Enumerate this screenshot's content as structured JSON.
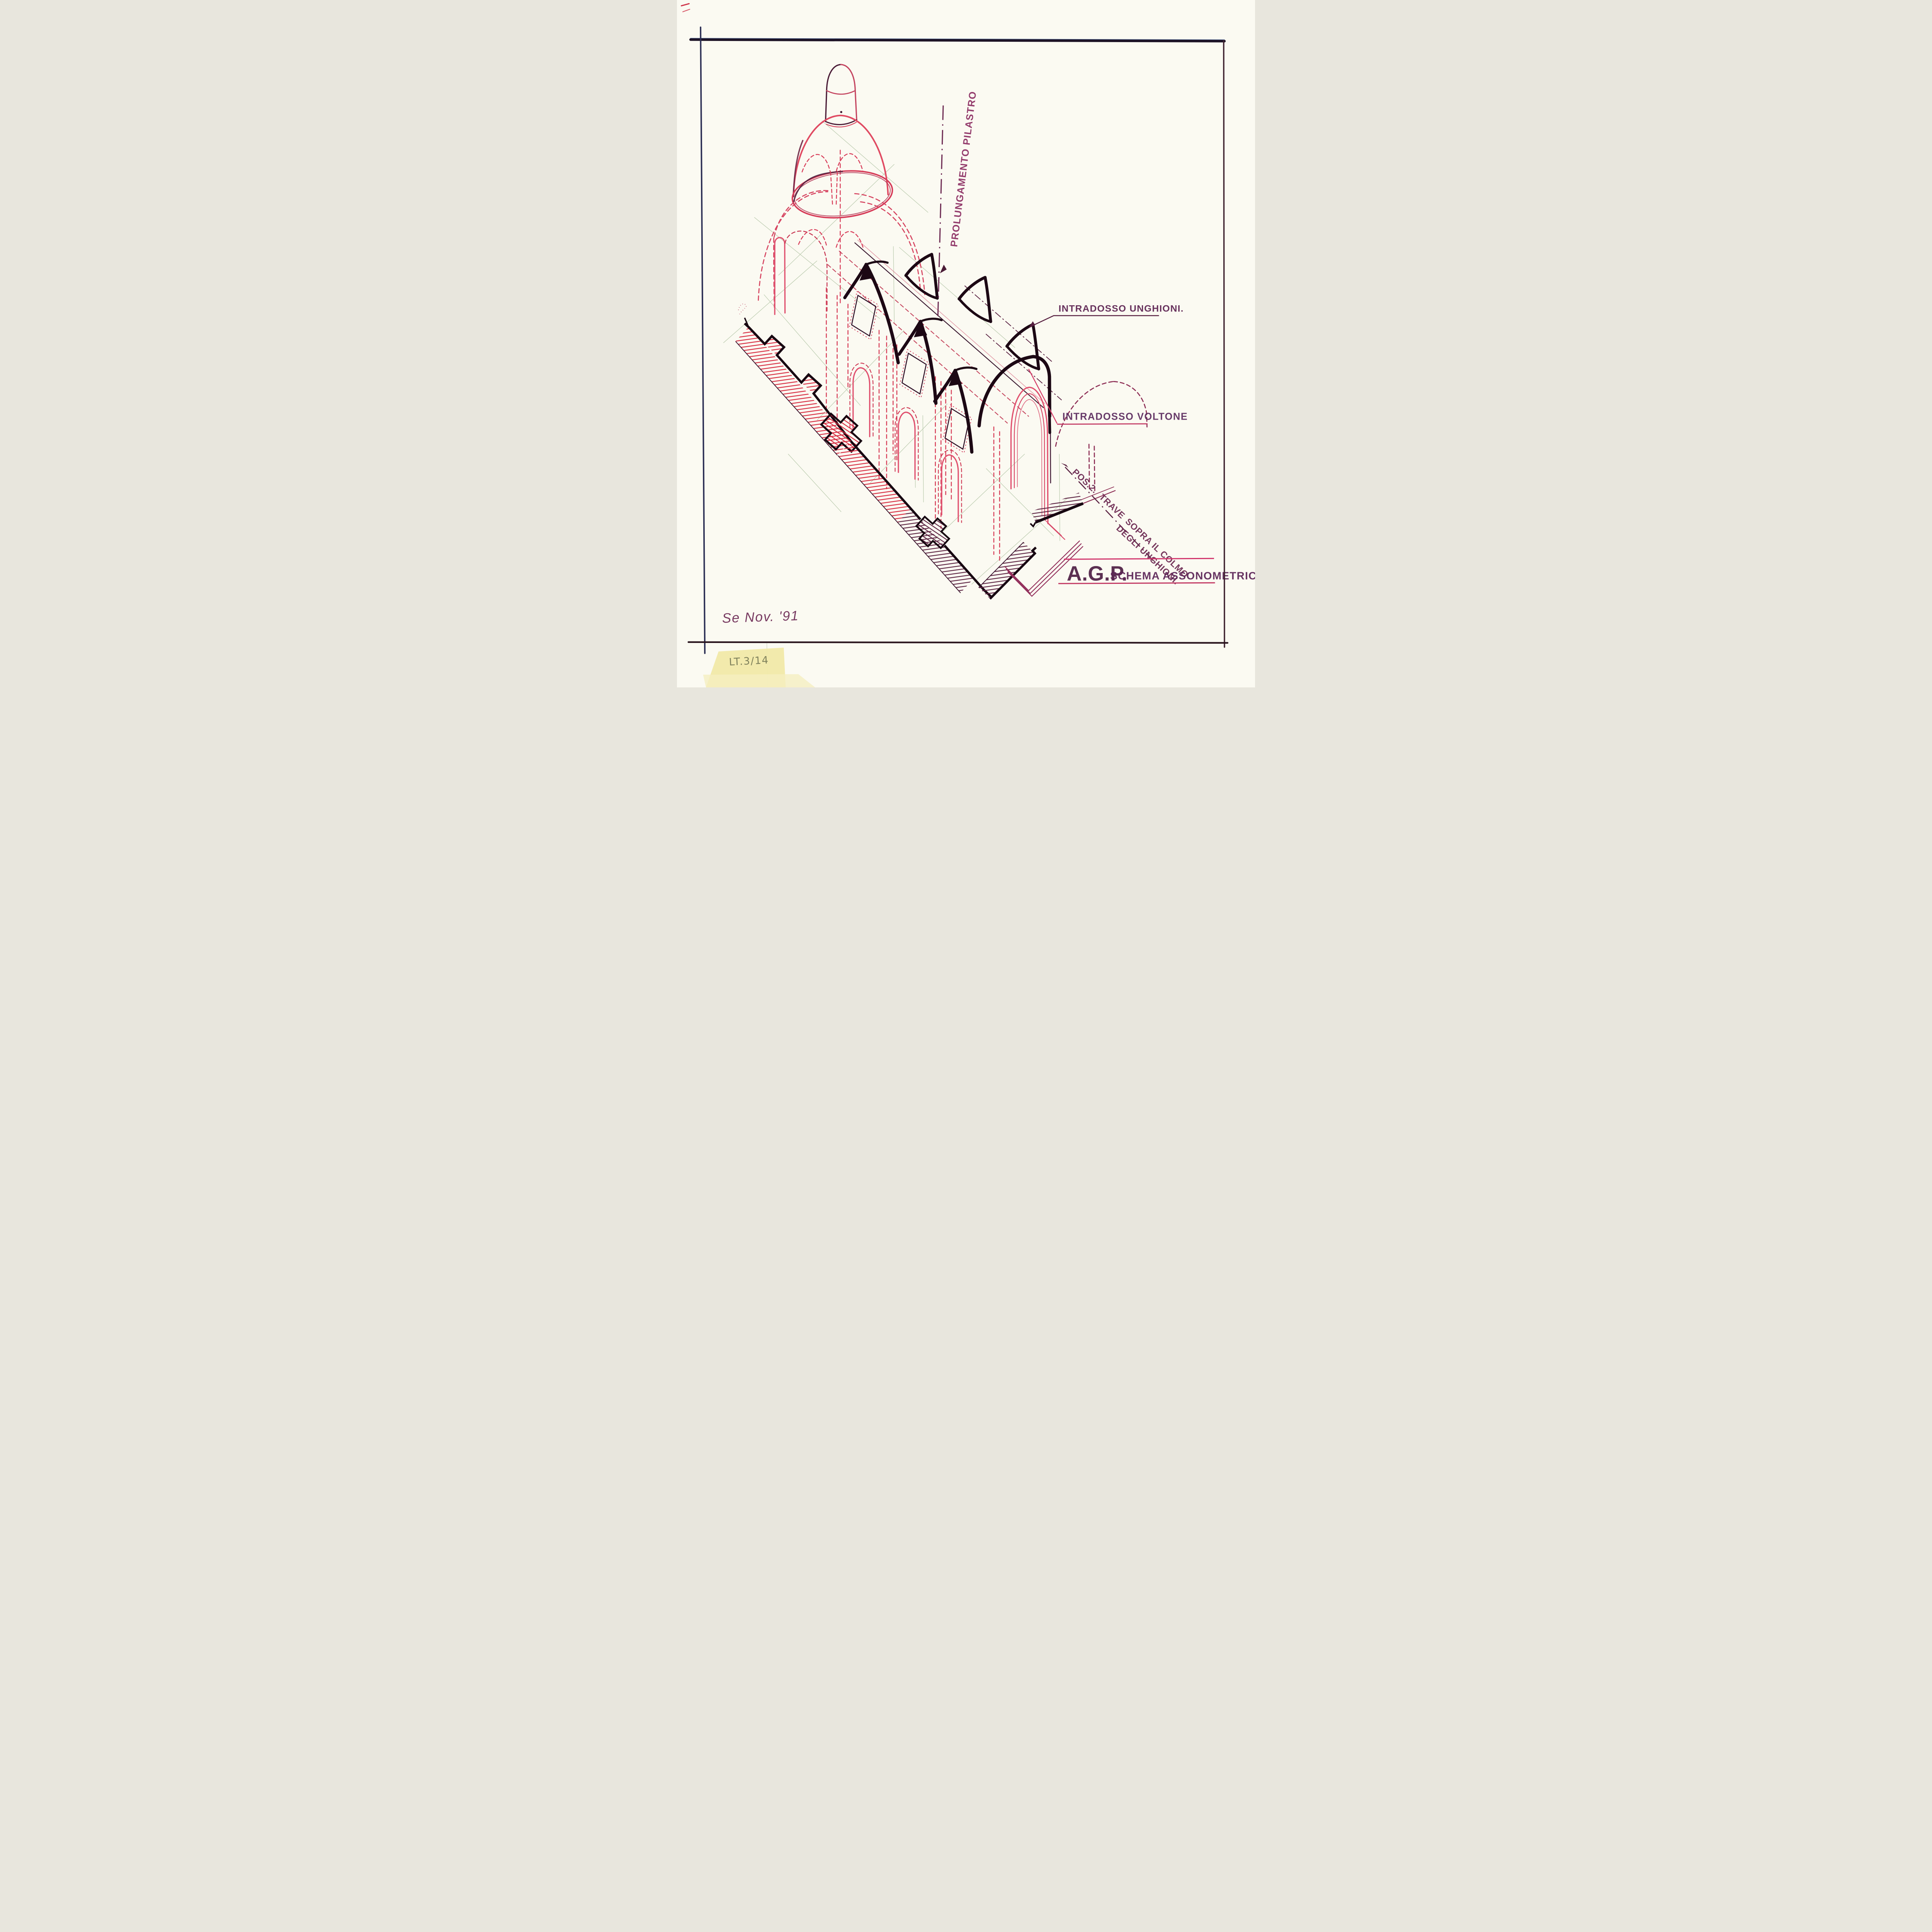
{
  "sheet": {
    "signature": "Se Nov. '91",
    "sticky_note": {
      "label": "LT.3/14",
      "color": "#f1e9a8"
    }
  },
  "annotations": {
    "prolungamento_pilastro": "PROLUNGAMENTO PILASTRO",
    "intradosso_unghioni": "INTRADOSSO UNGHIONI.",
    "intradosso_voltone": "INTRADOSSO VOLTONE",
    "pos2_trave": {
      "full": "POS.2. TRAVE SOPRA IL COLMO DEGLI UNGHIONI.",
      "seg1": "POS.2.",
      "seg2": "TRAVE",
      "seg3": "SOPRA IL COLMO",
      "seg4": "DEGLI UNGHIONI."
    }
  },
  "title_block": {
    "initials": "A.G.P.",
    "title": "SCHEMA ASSONOMETRICO -"
  },
  "palette": {
    "ink_black": "#1c0814",
    "red": "#e03a55",
    "pink": "#e8557a",
    "magenta_label": "#6b2750",
    "green_construction": "#aabf9d",
    "frame_blue": "#33508a",
    "hatch_red": "#d7293f",
    "hatch_plum": "#5c2342"
  }
}
